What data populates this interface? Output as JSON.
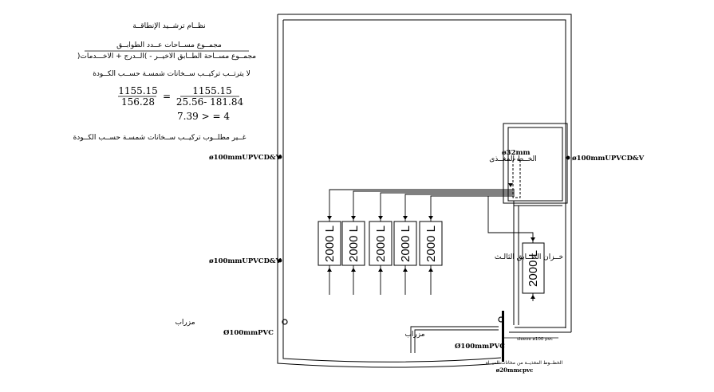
{
  "calc": {
    "title": "نظــام ترشــيد الإنطاقــة",
    "frac_num": "مجمــوع مســاحات عــدد الطوابــق",
    "frac_den": ")مجمــوع مســاحة الطــابق الاخيــر - )الــدرج + الاخـــدمات",
    "intro": "لا يترتــب تركيــب ســخانات شمسـة حســب الكــودة",
    "num1": "1155.15",
    "den1": "156.28",
    "equals": "=",
    "num2": "1155.15",
    "den2": "25.56- 181.84",
    "result": "7.39 > = 4",
    "note": "غــير مطلــوب تركيــب ســخانات شمسـة حســب الكــودة"
  },
  "labels": {
    "pipe_left_top": "ø100mmUPVCD&V",
    "pipe_left_bottom": "ø100mmUPVCD&V",
    "pipe_right": "ø100mmUPVCD&V",
    "pipe_32": "ø32mm",
    "main_line": "الخــط المغــذى",
    "tank_third_floor": "خــزان الطــابق الثالـث",
    "gutter_left": "مزراب",
    "pvc_left": "Ø100mmPVC",
    "gutter_mid": "مزراب",
    "pvc_bottom": "Ø100mmPVC",
    "sleeve": "sleeve ø100 pvc",
    "feed_note": "الخطــوط المغذيــة من مخانات الميــاه",
    "pipe_20": "ø20mmcpvc"
  },
  "tanks": [
    {
      "label": "2000 L"
    },
    {
      "label": "2000 L"
    },
    {
      "label": "2000 L"
    },
    {
      "label": "2000 L"
    },
    {
      "label": "2000 L"
    }
  ],
  "tank_right": {
    "label": "2000 L"
  }
}
